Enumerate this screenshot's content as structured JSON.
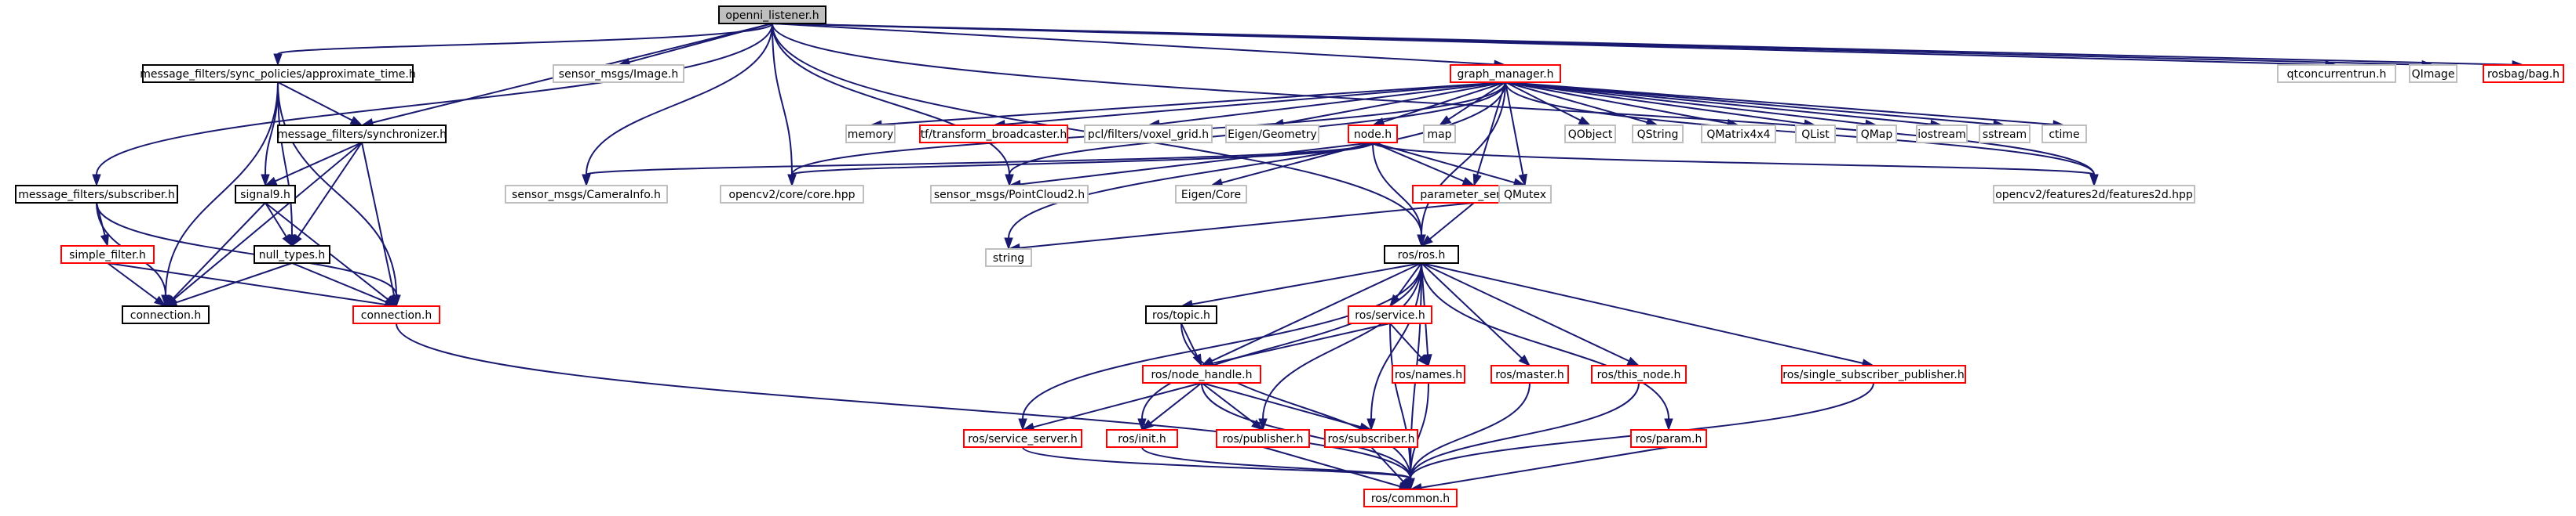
{
  "colors": {
    "edge": "#191970",
    "border_default": "#000000",
    "border_red": "#ff0000",
    "border_gray": "#bfbfbf",
    "fill_root": "#bfbfbf",
    "fill_default": "#ffffff"
  },
  "nodes": {
    "openni_listener": "openni_listener.h",
    "approx_time": "message_filters/sync_policies/approximate_time.h",
    "sensor_image": "sensor_msgs/Image.h",
    "graph_manager": "graph_manager.h",
    "qtconcurrentrun": "qtconcurrentrun.h",
    "qimage": "QImage",
    "rosbag": "rosbag/bag.h",
    "synchronizer": "message_filters/synchronizer.h",
    "memory": "memory",
    "tf_broadcaster": "tf/transform_broadcaster.h",
    "pcl_voxel": "pcl/filters/voxel_grid.h",
    "eigen_geometry": "Eigen/Geometry",
    "node_h": "node.h",
    "map": "map",
    "qobject": "QObject",
    "qstring": "QString",
    "qmatrix": "QMatrix4x4",
    "qlist": "QList",
    "qmap": "QMap",
    "iostream": "iostream",
    "sstream": "sstream",
    "ctime": "ctime",
    "mf_subscriber": "message_filters/subscriber.h",
    "signal9": "signal9.h",
    "camera_info": "sensor_msgs/CameraInfo.h",
    "opencv_core": "opencv2/core/core.hpp",
    "pointcloud2": "sensor_msgs/PointCloud2.h",
    "eigen_core": "Eigen/Core",
    "parameter_server": "parameter_server.h",
    "qmutex": "QMutex",
    "features2d": "opencv2/features2d/features2d.hpp",
    "simple_filter": "simple_filter.h",
    "null_types": "null_types.h",
    "string": "string",
    "ros_h": "ros/ros.h",
    "connection_black": "connection.h",
    "connection_red": "connection.h",
    "ros_topic": "ros/topic.h",
    "ros_service": "ros/service.h",
    "ros_node_handle": "ros/node_handle.h",
    "ros_names": "ros/names.h",
    "ros_master": "ros/master.h",
    "ros_this_node": "ros/this_node.h",
    "ros_single_sub": "ros/single_subscriber_publisher.h",
    "ros_param": "ros/param.h",
    "ros_service_server": "ros/service_server.h",
    "ros_init": "ros/init.h",
    "ros_publisher": "ros/publisher.h",
    "ros_subscriber": "ros/subscriber.h",
    "ros_common": "ros/common.h"
  }
}
